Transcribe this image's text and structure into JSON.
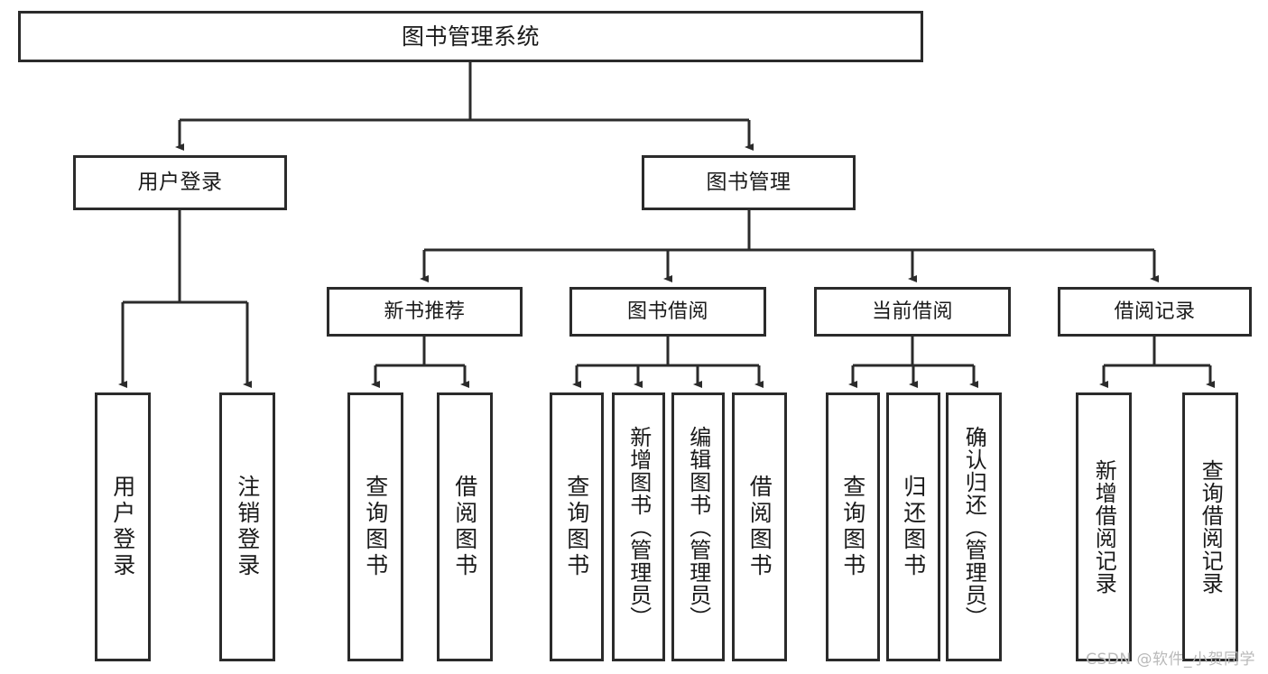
{
  "diagram": {
    "type": "tree",
    "title": "图书管理系统",
    "root": {
      "label": "图书管理系统"
    },
    "level2": [
      {
        "label": "用户登录"
      },
      {
        "label": "图书管理"
      }
    ],
    "level3": [
      {
        "label": "新书推荐"
      },
      {
        "label": "图书借阅"
      },
      {
        "label": "当前借阅"
      },
      {
        "label": "借阅记录"
      }
    ],
    "leaves": [
      {
        "label": "用户登录",
        "parent": "用户登录"
      },
      {
        "label": "注销登录",
        "parent": "用户登录"
      },
      {
        "label": "查询图书",
        "parent": "新书推荐"
      },
      {
        "label": "借阅图书",
        "parent": "新书推荐"
      },
      {
        "label": "查询图书",
        "parent": "图书借阅"
      },
      {
        "label": "新增图书（管理员）",
        "parent": "图书借阅"
      },
      {
        "label": "编辑图书（管理员）",
        "parent": "图书借阅"
      },
      {
        "label": "借阅图书",
        "parent": "图书借阅"
      },
      {
        "label": "查询图书",
        "parent": "当前借阅"
      },
      {
        "label": "归还图书",
        "parent": "当前借阅"
      },
      {
        "label": "确认归还（管理员）",
        "parent": "当前借阅"
      },
      {
        "label": "新增借阅记录",
        "parent": "借阅记录"
      },
      {
        "label": "查询借阅记录",
        "parent": "借阅记录"
      }
    ],
    "colors": {
      "background": "#ffffff",
      "node_fill": "#ffffff",
      "node_border": "#2b2b2b",
      "edge": "#2b2b2b",
      "text": "#1a1a1a",
      "watermark": "#b9b9b9"
    }
  },
  "watermark": {
    "text": "CSDN @软件_小贺同学"
  }
}
